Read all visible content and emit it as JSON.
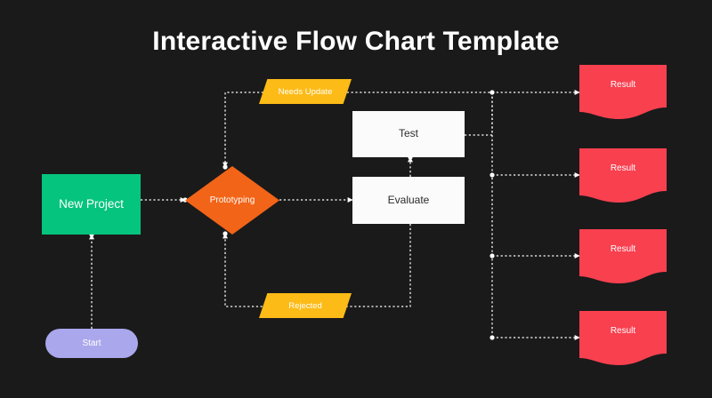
{
  "page": {
    "title": "Interactive Flow Chart Template",
    "background_color": "#1a1a1a",
    "title_color": "#ffffff"
  },
  "palette": {
    "background": "#1a1a1a",
    "start": "#aba7ec",
    "new_project": "#05c47e",
    "decision": "#f26418",
    "condition": "#fcbb16",
    "process": "#fbfbfb",
    "result": "#f8404f",
    "connector": "#ffffff"
  },
  "nodes": {
    "start": {
      "label": "Start",
      "shape": "pill",
      "color": "#aba7ec"
    },
    "new_project": {
      "label": "New Project",
      "shape": "rectangle",
      "color": "#05c47e"
    },
    "prototyping": {
      "label": "Prototyping",
      "shape": "diamond",
      "color": "#f26418"
    },
    "needs_update": {
      "label": "Needs Update",
      "shape": "parallelogram",
      "color": "#fcbb16"
    },
    "rejected": {
      "label": "Rejected",
      "shape": "parallelogram",
      "color": "#fcbb16"
    },
    "test": {
      "label": "Test",
      "shape": "rectangle",
      "color": "#fbfbfb"
    },
    "evaluate": {
      "label": "Evaluate",
      "shape": "rectangle",
      "color": "#fbfbfb"
    },
    "results": [
      {
        "label": "Result",
        "shape": "document",
        "color": "#f8404f"
      },
      {
        "label": "Result",
        "shape": "document",
        "color": "#f8404f"
      },
      {
        "label": "Result",
        "shape": "document",
        "color": "#f8404f"
      },
      {
        "label": "Result",
        "shape": "document",
        "color": "#f8404f"
      }
    ]
  },
  "edges": [
    {
      "from": "start",
      "to": "new_project",
      "style": "dotted",
      "arrow": true
    },
    {
      "from": "new_project",
      "to": "prototyping",
      "style": "dotted",
      "arrow": true
    },
    {
      "from": "prototyping",
      "to": "evaluate",
      "style": "dotted",
      "arrow": true
    },
    {
      "from": "test",
      "to": "needs_update",
      "style": "dotted",
      "arrow": false
    },
    {
      "from": "needs_update",
      "to": "prototyping",
      "style": "dotted",
      "arrow": true
    },
    {
      "from": "evaluate",
      "to": "test",
      "style": "dotted",
      "arrow": true
    },
    {
      "from": "evaluate",
      "to": "rejected",
      "style": "dotted",
      "arrow": false
    },
    {
      "from": "rejected",
      "to": "prototyping",
      "style": "dotted",
      "arrow": true
    },
    {
      "from": "test",
      "to": "results",
      "style": "dotted",
      "arrow": true
    }
  ]
}
